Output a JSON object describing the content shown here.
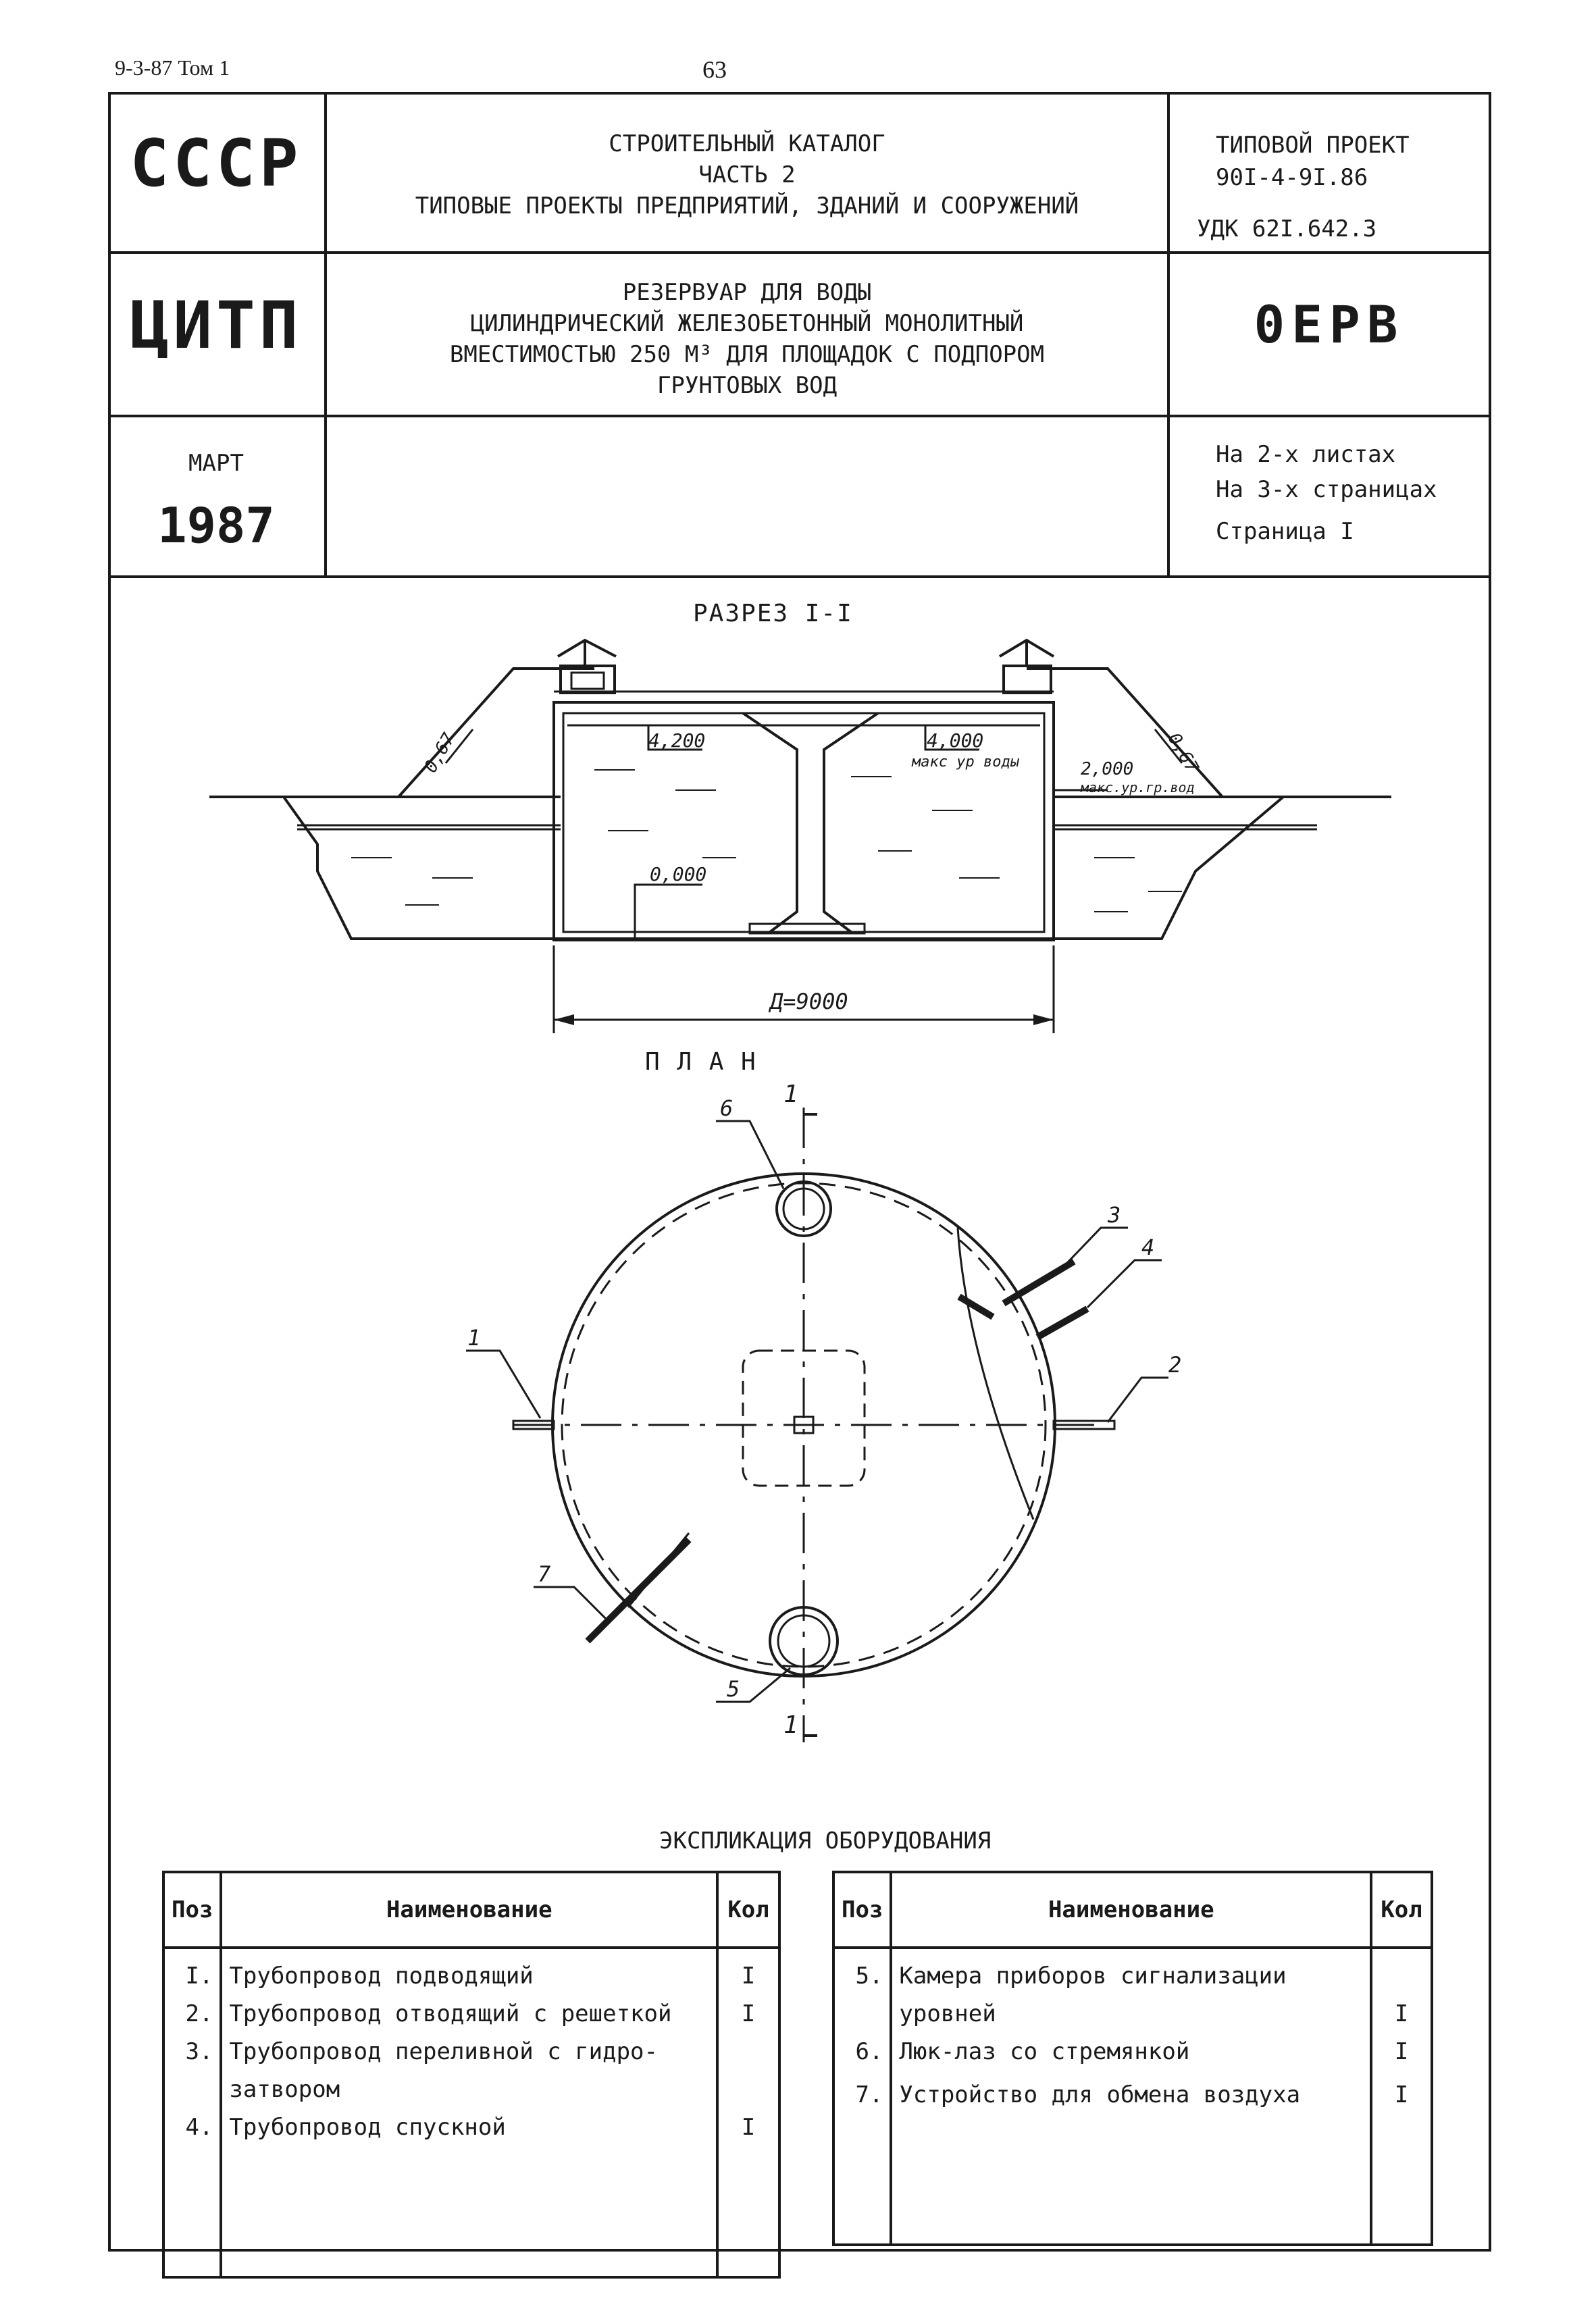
{
  "top_ref": "9-3-87 Том 1",
  "page_number": "63",
  "header": {
    "org1": "СССР",
    "org2": "ЦИТП",
    "month": "МАРТ",
    "year": "1987",
    "catalog_lines": [
      "СТРОИТЕЛЬНЫЙ КАТАЛОГ",
      "ЧАСТЬ 2",
      "ТИПОВЫЕ ПРОЕКТЫ ПРЕДПРИЯТИЙ, ЗДАНИЙ И СООРУЖЕНИЙ"
    ],
    "title_lines": [
      "РЕЗЕРВУАР ДЛЯ ВОДЫ",
      "ЦИЛИНДРИЧЕСКИЙ ЖЕЛЕЗОБЕТОННЫЙ МОНОЛИТНЫЙ",
      "ВМЕСТИМОСТЬЮ 250 М³ ДЛЯ ПЛОЩАДОК С ПОДПОРОМ",
      "ГРУНТОВЫХ ВОД"
    ],
    "project_label": "ТИПОВОЙ ПРОЕКТ",
    "project_number": "90I-4-9I.86",
    "udk": "УДК 62I.642.3",
    "code": "0ЕРВ",
    "sheets": "На 2-х листах",
    "pages": "На 3-х страницах",
    "page_label": "Страница I"
  },
  "section": {
    "title": "РАЗРЕЗ I-I",
    "level_4200": "4,200",
    "level_4000": "4,000",
    "max_water": "макс ур воды",
    "level_2000": "2,000",
    "max_ground": "макс.ур.гр.вод",
    "level_0000": "0,000",
    "diameter": "Д=9000",
    "slope_left": "0,67",
    "slope_right": "0,67"
  },
  "plan": {
    "title": "П Л А Н",
    "cut_mark": "1",
    "labels": [
      "1",
      "2",
      "3",
      "4",
      "5",
      "6",
      "7"
    ]
  },
  "explication": {
    "title": "ЭКСПЛИКАЦИЯ ОБОРУДОВАНИЯ",
    "headers": {
      "pos": "Поз",
      "name": "Наименование",
      "qty": "Кол"
    },
    "left_rows": [
      {
        "pos": "I.",
        "name": "Трубопровод подводящий",
        "qty": "I"
      },
      {
        "pos": "2.",
        "name": "Трубопровод отводящий с решеткой",
        "qty": "I"
      },
      {
        "pos": "3.",
        "name": "Трубопровод переливной с гидро-",
        "qty": ""
      },
      {
        "pos": "",
        "name": "затвором",
        "qty": ""
      },
      {
        "pos": "4.",
        "name": "Трубопровод спускной",
        "qty": "I"
      }
    ],
    "right_rows": [
      {
        "pos": "5.",
        "name": "Камера приборов сигнализации",
        "qty": ""
      },
      {
        "pos": "",
        "name": "уровней",
        "qty": "I"
      },
      {
        "pos": "6.",
        "name": "Люк-лаз со стремянкой",
        "qty": "I"
      },
      {
        "pos": "",
        "name": "",
        "qty": ""
      },
      {
        "pos": "7.",
        "name": "Устройство для обмена воздуха",
        "qty": "I"
      }
    ]
  }
}
